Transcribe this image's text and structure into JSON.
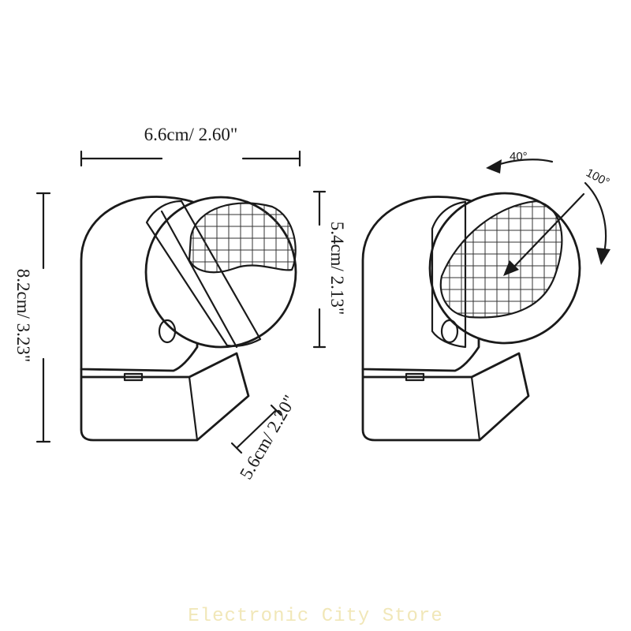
{
  "dimensions": {
    "width": "6.6cm/ 2.60\"",
    "height": "8.2cm/ 3.23\"",
    "sensor_height": "5.4cm/ 2.13\"",
    "depth": "5.6cm/ 2.20\""
  },
  "angles": {
    "horizontal": "40°",
    "vertical": "100°"
  },
  "watermark": "Electronic City Store"
}
